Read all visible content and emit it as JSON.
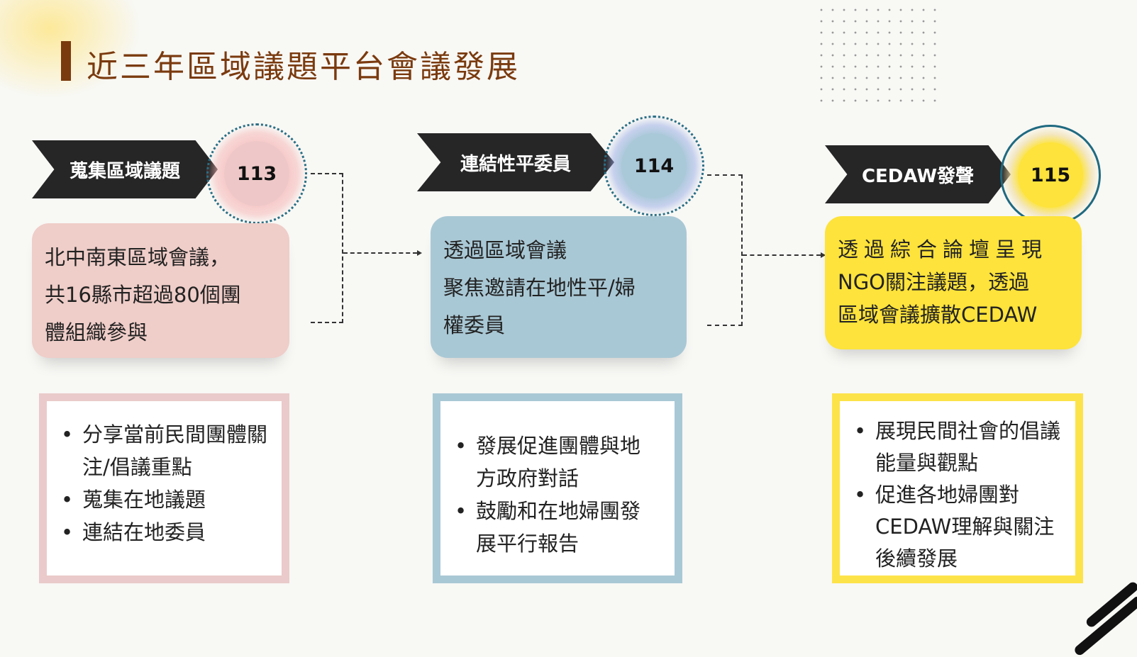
{
  "title": "近三年區域議題平台會議發展",
  "stages": [
    {
      "tag": "蒐集區域議題",
      "year": "113",
      "desc": [
        "北中南東區域會議，",
        "共16縣市超過80個團",
        "體組織參與"
      ],
      "bullets": [
        "分享當前民間團體關注/倡議重點",
        "蒐集在地議題",
        "連結在地委員"
      ],
      "color": "#efcdc8"
    },
    {
      "tag": "連結性平委員",
      "year": "114",
      "desc": [
        "透過區域會議",
        "聚焦邀請在地性平/婦",
        "權委員"
      ],
      "bullets": [
        "發展促進團體與地方政府對話",
        "鼓勵和在地婦團發展平行報告"
      ],
      "color": "#a9c8d5"
    },
    {
      "tag": "CEDAW發聲",
      "year": "115",
      "desc": [
        "透過綜合論壇呈現",
        "NGO關注議題，透過",
        "區域會議擴散CEDAW"
      ],
      "bullets": [
        "展現民間社會的倡議能量與觀點",
        "促進各地婦團對CEDAW理解與關注後續發展"
      ],
      "color": "#fde33b"
    }
  ]
}
